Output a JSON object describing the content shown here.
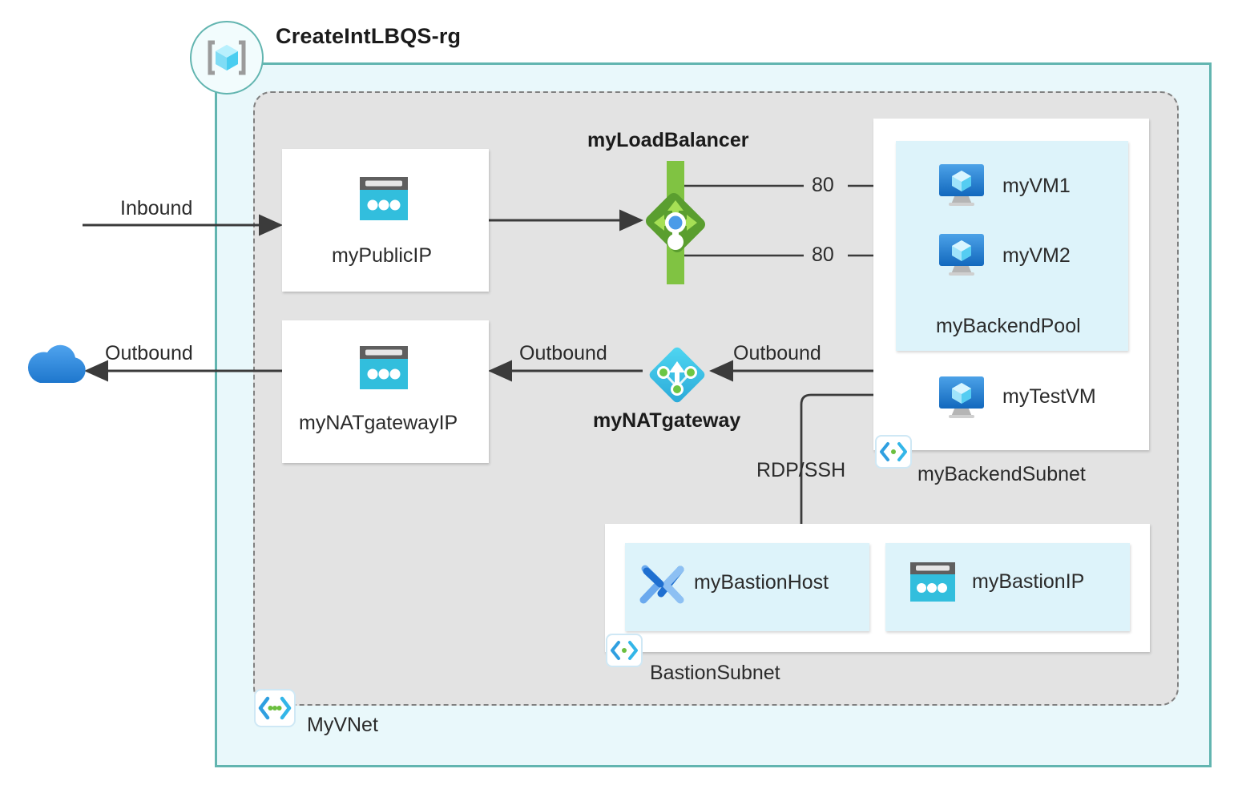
{
  "diagram": {
    "type": "azure-architecture",
    "resource_group": {
      "name": "CreateIntLBQS-rg",
      "icon": "resource-group-icon"
    },
    "vnet": {
      "name": "MyVNet",
      "icon": "vnet-icon"
    },
    "subnets": [
      {
        "name": "myBackendSubnet",
        "icon": "subnet-icon"
      },
      {
        "name": "BastionSubnet",
        "icon": "subnet-icon"
      }
    ],
    "nodes": {
      "public_ip": {
        "label": "myPublicIP",
        "icon": "public-ip-icon"
      },
      "nat_gateway_ip": {
        "label": "myNATgatewayIP",
        "icon": "public-ip-icon"
      },
      "load_balancer": {
        "label": "myLoadBalancer",
        "icon": "load-balancer-icon"
      },
      "nat_gateway": {
        "label": "myNATgateway",
        "icon": "nat-gateway-icon"
      },
      "backend_pool": {
        "label": "myBackendPool"
      },
      "vm1": {
        "label": "myVM1",
        "icon": "virtual-machine-icon"
      },
      "vm2": {
        "label": "myVM2",
        "icon": "virtual-machine-icon"
      },
      "test_vm": {
        "label": "myTestVM",
        "icon": "virtual-machine-icon"
      },
      "bastion_host": {
        "label": "myBastionHost",
        "icon": "bastion-icon"
      },
      "bastion_ip": {
        "label": "myBastionIP",
        "icon": "public-ip-icon"
      },
      "internet": {
        "label": "",
        "icon": "cloud-icon"
      }
    },
    "edges": {
      "inbound": "Inbound",
      "outbound_internet": "Outbound",
      "outbound_natip": "Outbound",
      "outbound_subnet": "Outbound",
      "port_vm1": "80",
      "port_vm2": "80",
      "rdp_ssh": "RDP/SSH"
    },
    "colors": {
      "resource_group_border": "#62b5b0",
      "resource_group_fill": "#e9f8fb",
      "vnet_fill": "#e3e3e3",
      "vnet_border": "#808080",
      "subnet_fill": "#ffffff",
      "pool_fill": "#ddf3fa",
      "lb_green": "#7fba42",
      "nat_cyan": "#32bedd",
      "vm_blue": "#1f74c9",
      "cloud_blue": "#2f88dd",
      "line": "#3b3b3b"
    }
  }
}
